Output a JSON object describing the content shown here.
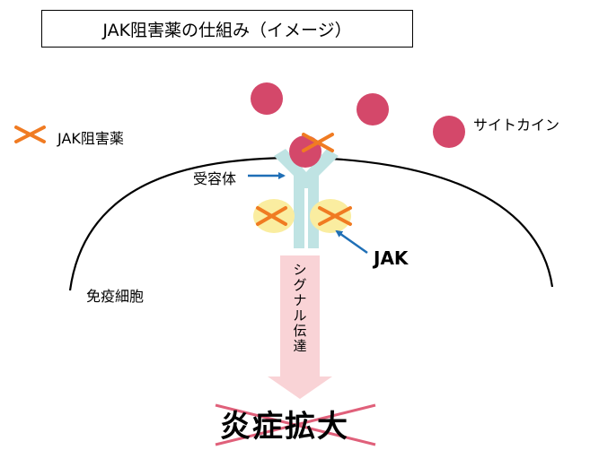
{
  "title": "JAK阻害薬の仕組み（イメージ）",
  "legend": {
    "label": "JAK阻害薬"
  },
  "labels": {
    "cytokine": "サイトカイン",
    "receptor": "受容体",
    "jak": "JAK",
    "cell": "免疫細胞",
    "signal": [
      "シ",
      "グ",
      "ナ",
      "ル",
      "伝",
      "達"
    ],
    "result": "炎症拡大"
  },
  "colors": {
    "cytokine": "#d4486a",
    "receptor": "#bfe3e3",
    "jak": "#faeda0",
    "cross": "#f07b22",
    "arrow": "#1f6fb6",
    "signal_arrow": "#f9d3d6",
    "strike": "#e0607a"
  }
}
